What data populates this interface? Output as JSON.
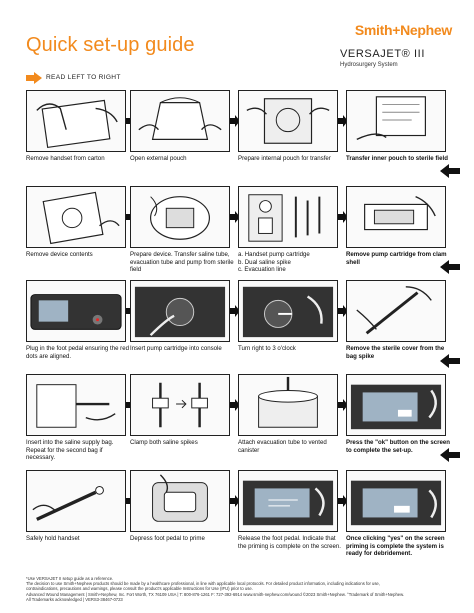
{
  "header": {
    "title": "Quick set-up guide",
    "brand": "Smith+Nephew",
    "product": "VERSAJET® III",
    "product_subtitle": "Hydrosurgery System",
    "read_direction": "READ LEFT TO RIGHT"
  },
  "colors": {
    "accent": "#f28a1d",
    "ink": "#111111"
  },
  "steps": [
    {
      "label": "Remove handset from carton"
    },
    {
      "label": "Open external pouch"
    },
    {
      "label": "Prepare internal pouch for transfer"
    },
    {
      "label": "Transfer inner pouch to sterile field"
    },
    {
      "label": "Remove device contents"
    },
    {
      "label": "Prepare device. Transfer saline tube, evacuation tube and pump from sterile field"
    },
    {
      "label": "a. Handset pump cartridge\nb. Dual saline spike\nc. Evacuation line"
    },
    {
      "label": "Remove pump cartridge from clam shell"
    },
    {
      "label": "Plug in the foot pedal ensuring the red dots are aligned."
    },
    {
      "label": "Insert pump cartridge into console"
    },
    {
      "label": "Turn right to 3 o'clock"
    },
    {
      "label": "Remove the sterile cover from the bag spike"
    },
    {
      "label": "Insert into the saline supply bag. Repeat for the second bag if necessary."
    },
    {
      "label": "Clamp both saline spikes"
    },
    {
      "label": "Attach evacuation tube to vented canister"
    },
    {
      "label": "Press the \"ok\" button on the screen to complete the set-up."
    },
    {
      "label": "Safely hold handset"
    },
    {
      "label": "Depress foot pedal to prime"
    },
    {
      "label": "Release the foot pedal. Indicate that the priming is complete on the screen."
    },
    {
      "label": "Once clicking \"yes\" on the screen priming is complete  the system is ready for debridement."
    }
  ],
  "footer": {
    "line1": "*Use VERSAJET II setup guide as a reference.",
    "line2": "The decision to use Smith+Nephew products should be made by a healthcare professional, in line with applicable local protocols. For detailed product information, including indications for use,",
    "line3": "contraindications, precautions and warnings, please consult the product's applicable Instructions for Use (IFU) prior to use.",
    "line4": "Advanced Wound Management | Smith+Nephew, Inc. Fort Worth, TX 76109 USA | T: 800-876-1261 F: 727-392-6914 www.smith-nephew.com/wound ©2023 Smith+Nephew. °Trademark of Smith+Nephew.",
    "line5": "All Trademarks acknowledged | VERS3-38467-0723"
  }
}
